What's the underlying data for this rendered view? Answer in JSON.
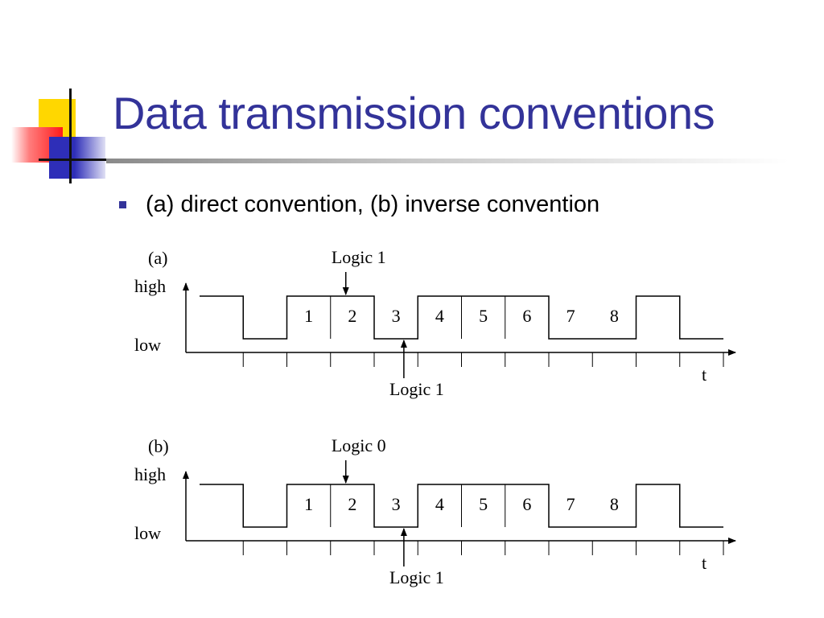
{
  "slide": {
    "title": "Data transmission conventions",
    "bullet": "(a) direct convention, (b) inverse convention"
  },
  "colors": {
    "title": "#333399",
    "bullet": "#333399"
  },
  "diagrams": [
    {
      "label": "(a)",
      "high_label": "high",
      "low_label": "low",
      "time_label": "t",
      "bit_labels": [
        "1",
        "2",
        "3",
        "4",
        "5",
        "6",
        "7",
        "8"
      ],
      "annotation_top": "Logic 1",
      "annotation_bottom": "Logic 1",
      "levels": [
        1,
        0,
        1,
        1,
        0,
        1,
        1,
        1,
        0,
        0,
        1,
        0
      ]
    },
    {
      "label": "(b)",
      "high_label": "high",
      "low_label": "low",
      "time_label": "t",
      "bit_labels": [
        "1",
        "2",
        "3",
        "4",
        "5",
        "6",
        "7",
        "8"
      ],
      "annotation_top": "Logic 0",
      "annotation_bottom": "Logic 1",
      "levels": [
        1,
        0,
        1,
        1,
        0,
        1,
        1,
        1,
        0,
        0,
        1,
        0
      ]
    }
  ]
}
